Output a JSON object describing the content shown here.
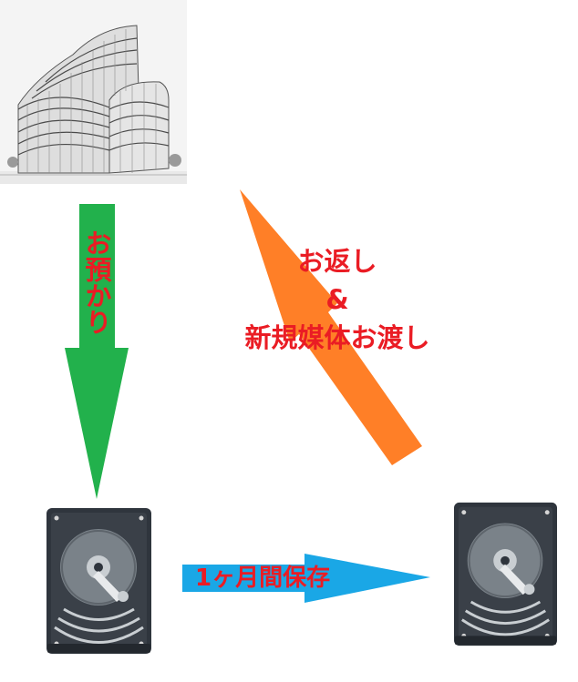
{
  "labels": {
    "deposit": "お預かり",
    "return_line1": "お返し",
    "return_line2": "&",
    "return_line3": "新規媒体お渡し",
    "keep": "1ヶ月間保存"
  },
  "colors": {
    "green_arrow": "#22b14c",
    "orange_arrow": "#ff7f27",
    "blue_arrow": "#1aa7e6",
    "label_red": "#ea1c24",
    "hdd_body": "#2f353d",
    "hdd_platter": "#7a8289"
  },
  "icons": {
    "building": "office-building-icon",
    "hdd": "hard-disk-drive-icon"
  }
}
